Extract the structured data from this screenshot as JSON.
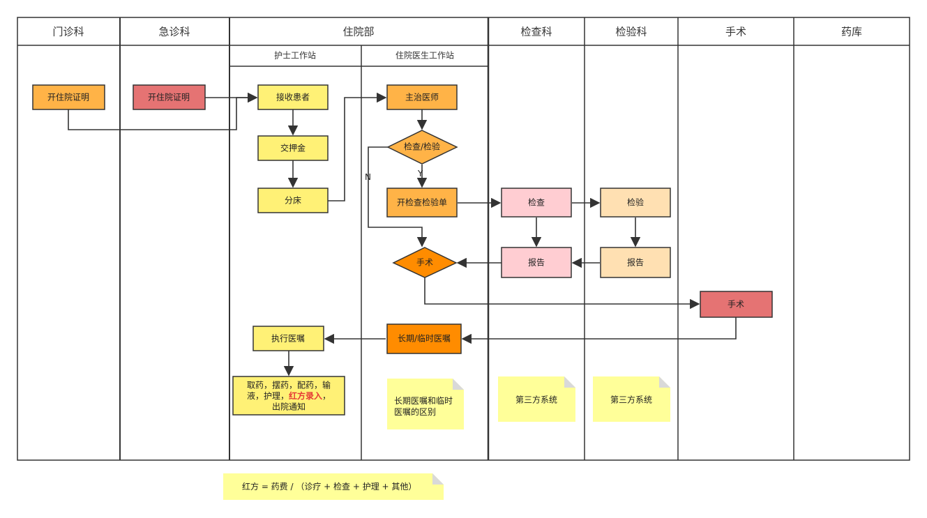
{
  "lanes": [
    "门诊科",
    "急诊科",
    "住院部",
    "检查科",
    "检验科",
    "手术",
    "药库"
  ],
  "sublanes": [
    "护士工作站",
    "住院医生工作站"
  ],
  "nodes": {
    "outpatient_cert": "开住院证明",
    "emergency_cert": "开住院证明",
    "receive_patient": "接收患者",
    "deposit": "交押金",
    "assign_bed": "分床",
    "attending": "主治医师",
    "exam_decision": "检查/检验",
    "open_order": "开检查检验单",
    "surgery_decision": "手术",
    "exam": "检查",
    "lab": "检验",
    "exam_report": "报告",
    "lab_report": "报告",
    "surgery": "手术",
    "long_temp_orders": "长期/临时医嘱",
    "execute_orders": "执行医嘱"
  },
  "edge_labels": {
    "no": "N",
    "yes": "Y"
  },
  "tasks": {
    "line1": "取药，摆药，配药，输",
    "line2_a": "液，护理，",
    "line2_b": "红方录入",
    "line2_c": "，",
    "line3": "出院通知"
  },
  "notes": {
    "orders_note_l1": "长期医嘱和临时",
    "orders_note_l2": "医嘱的区别",
    "third_party_exam": "第三方系统",
    "third_party_lab": "第三方系统",
    "formula": "红方 = 药费 / （诊疗 + 检查 + 护理 + 其他）"
  },
  "colors": {
    "orange": "#FFB347",
    "deep_orange": "#FF8C00",
    "red": "#E57373",
    "yellow": "#FFF176",
    "pink": "#FFCDD2",
    "peach": "#FFE0B2",
    "note": "#FFFF99",
    "highlight": "#E53935"
  }
}
